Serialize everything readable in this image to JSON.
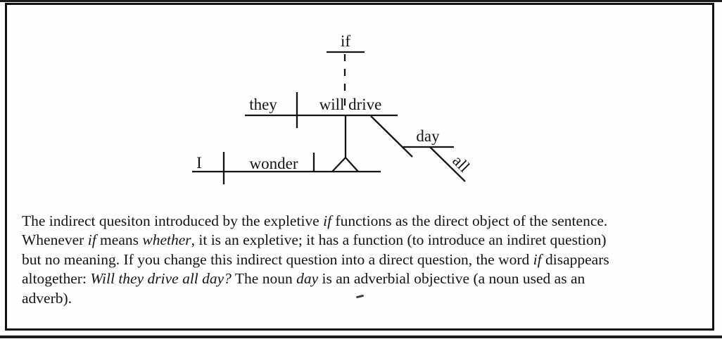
{
  "diagram": {
    "expletive": "if",
    "noun_clause": {
      "subject": "they",
      "verb": "will drive"
    },
    "adverbial": {
      "noun": "day",
      "modifier": "all"
    },
    "main_clause": {
      "subject": "I",
      "verb": "wonder"
    }
  },
  "paragraph": {
    "lines": [
      {
        "segments": [
          {
            "t": "The indirect quesiton introduced by the expletive "
          },
          {
            "t": "if",
            "i": true
          },
          {
            "t": " functions as the direct object of the sentence."
          }
        ]
      },
      {
        "segments": [
          {
            "t": "Whenever "
          },
          {
            "t": "if",
            "i": true
          },
          {
            "t": " means "
          },
          {
            "t": "whether",
            "i": true
          },
          {
            "t": ", it is an expletive; it has a function (to introduce an indiret question)"
          }
        ]
      },
      {
        "segments": [
          {
            "t": "but no meaning. If you change this indirect question into a direct question, the word "
          },
          {
            "t": "if",
            "i": true
          },
          {
            "t": " disappears"
          }
        ]
      },
      {
        "segments": [
          {
            "t": "altogether: "
          },
          {
            "t": "Will they drive all day?",
            "i": true
          },
          {
            "t": " The noun "
          },
          {
            "t": "day",
            "i": true
          },
          {
            "t": " is an adverbial objective (a noun used as an"
          }
        ]
      },
      {
        "segments": [
          {
            "t": "adverb)."
          }
        ]
      }
    ]
  },
  "colors": {
    "ink": "#141414",
    "frame": "#121212",
    "paper": "#fefefe"
  }
}
